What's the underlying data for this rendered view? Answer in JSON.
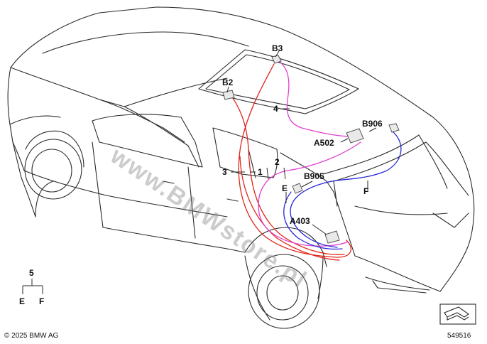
{
  "labels": {
    "b3": "B3",
    "b2": "B2",
    "n4": "4",
    "b906": "B906",
    "a502": "A502",
    "n2": "2",
    "n3": "3",
    "n1": "1",
    "b905": "B905",
    "e": "E",
    "f": "F",
    "a403": "A403"
  },
  "legend": {
    "num": "5",
    "left": "E",
    "right": "F"
  },
  "watermark": "www.BMWstore.pl",
  "copyright": "© 2025 BMW AG",
  "diagram_number": "549516",
  "colors": {
    "red": "#e0241b",
    "magenta": "#e23fd0",
    "blue": "#2a2ad8",
    "line": "#2a2a2a"
  }
}
